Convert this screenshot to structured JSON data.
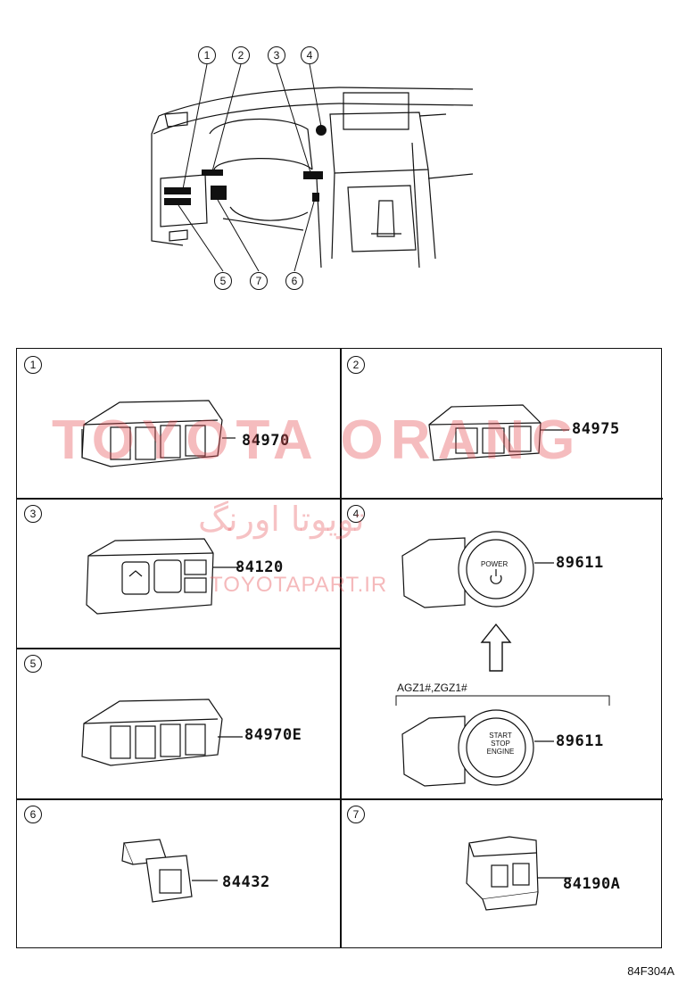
{
  "overview": {
    "callouts": [
      "1",
      "2",
      "3",
      "4",
      "5",
      "7",
      "6"
    ]
  },
  "panels": [
    {
      "num": "1",
      "part": "84970"
    },
    {
      "num": "2",
      "part": "84975"
    },
    {
      "num": "3",
      "part": "84120"
    },
    {
      "num": "4",
      "part": "89611",
      "variant_label": "AGZ1#,ZGZ1#",
      "variant_part": "89611",
      "button_text_top": "POWER",
      "button_text_bottom": "START STOP ENGINE"
    },
    {
      "num": "5",
      "part": "84970E"
    },
    {
      "num": "6",
      "part": "84432"
    },
    {
      "num": "7",
      "part": "84190A"
    }
  ],
  "watermark": {
    "brand": "TOYOTA ORANG",
    "farsi": "تویوتا اورنگ",
    "url": "TOYOTAPART.IR"
  },
  "reference_code": "84F304A"
}
